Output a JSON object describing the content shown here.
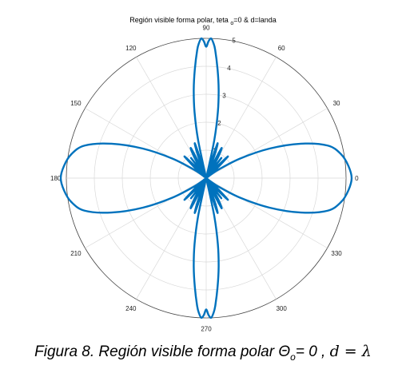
{
  "chart_data": {
    "type": "polar-line",
    "title": {
      "before": "Región visible forma polar, teta",
      "subscript": "o",
      "after": "=0 & d=landa"
    },
    "r_ticks": [
      1,
      2,
      3,
      4,
      5
    ],
    "r_tick_labels": [
      "1",
      "2",
      "3",
      "4",
      "5"
    ],
    "r_lim": [
      0,
      5
    ],
    "theta_ticks_deg": [
      0,
      30,
      60,
      90,
      120,
      150,
      180,
      210,
      240,
      270,
      300,
      330
    ],
    "theta_tick_labels": [
      "0",
      "30",
      "60",
      "90",
      "120",
      "150",
      "180",
      "210",
      "240",
      "270",
      "300",
      "330"
    ],
    "grid": true,
    "series_color": "#0072BD",
    "series": [
      {
        "theta_deg": [
          0,
          5,
          10,
          15,
          20,
          25,
          30,
          35,
          40,
          42,
          45,
          48,
          50,
          53,
          56,
          58,
          60,
          63,
          66,
          68,
          70,
          72,
          74,
          76,
          78,
          80,
          82,
          84,
          86,
          87,
          88,
          89,
          90
        ],
        "r": [
          5.2,
          5.1,
          4.9,
          4.5,
          3.6,
          2.5,
          1.4,
          0.5,
          0.05,
          0.5,
          1.1,
          0.4,
          0.05,
          0.9,
          0.3,
          0.05,
          0.8,
          1.2,
          0.3,
          0.05,
          0.9,
          1.3,
          0.4,
          0.1,
          1.4,
          2.4,
          3.2,
          3.9,
          4.6,
          4.85,
          5.0,
          4.9,
          4.7
        ]
      }
    ],
    "symmetry": "mirror across 0°-180° and 90°-270° axes"
  },
  "caption": {
    "prefix": "Figura 8. Región visible forma polar ",
    "theta_symbol": "Θ",
    "theta_subscript": "o",
    "equals_zero": "= 0  , ",
    "math": "d = λ"
  }
}
